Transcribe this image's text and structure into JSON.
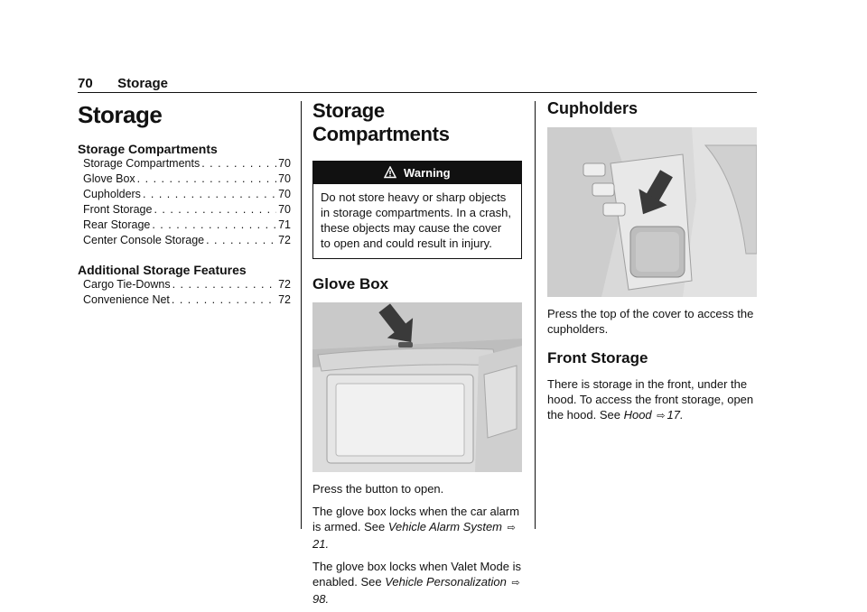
{
  "header": {
    "page_number": "70",
    "section": "Storage"
  },
  "toc": {
    "title": "Storage",
    "groups": [
      {
        "heading": "Storage Compartments",
        "entries": [
          {
            "label": "Storage Compartments",
            "page": "70"
          },
          {
            "label": "Glove Box",
            "page": "70"
          },
          {
            "label": "Cupholders",
            "page": "70"
          },
          {
            "label": "Front Storage",
            "page": "70"
          },
          {
            "label": "Rear Storage",
            "page": "71"
          },
          {
            "label": "Center Console Storage",
            "page": "72"
          }
        ]
      },
      {
        "heading": "Additional Storage Features",
        "entries": [
          {
            "label": "Cargo Tie-Downs",
            "page": "72"
          },
          {
            "label": "Convenience Net",
            "page": "72"
          }
        ]
      }
    ]
  },
  "storage_compartments": {
    "title": "Storage Compartments",
    "warning": {
      "label": "Warning",
      "text": "Do not store heavy or sharp objects in storage compartments. In a crash, these objects may cause the cover to open and could result in injury."
    }
  },
  "glove_box": {
    "title": "Glove Box",
    "p1": "Press the button to open.",
    "p2_text": "The glove box locks when the car alarm is armed. See ",
    "p2_link": "Vehicle Alarm System",
    "p2_page": "21",
    "p3_text": "The glove box locks when Valet Mode is enabled. See ",
    "p3_link": "Vehicle Personalization",
    "p3_page": "98"
  },
  "cupholders": {
    "title": "Cupholders",
    "p1": "Press the top of the cover to access the cupholders."
  },
  "front_storage": {
    "title": "Front Storage",
    "p1_text": "There is storage in the front, under the hood. To access the front storage, open the hood. See ",
    "p1_link": "Hood",
    "p1_page": "17"
  },
  "xref_glyph": "⇨",
  "period": "."
}
